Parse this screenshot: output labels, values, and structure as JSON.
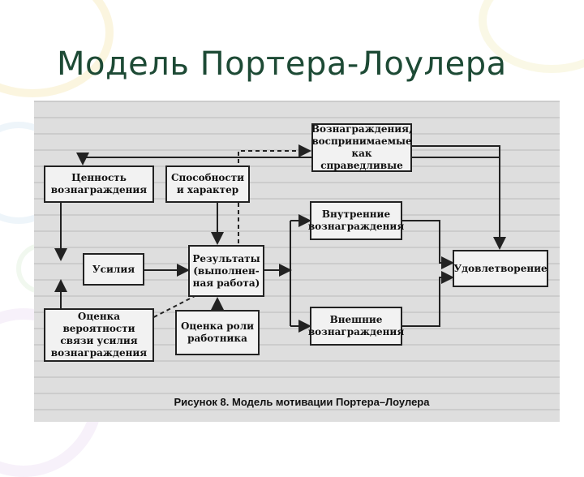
{
  "title": "Модель Портера-Лоулера",
  "diagram": {
    "boxes": {
      "fair_rewards": "Вознаграждения, воспринимаемые как справедливые",
      "reward_value": "Ценность вознаграждения",
      "abilities": "Способности и характер",
      "efforts": "Усилия",
      "results": "Результаты (выполнен-ная работа)",
      "internal_rewards": "Внутренние вознаграждения",
      "external_rewards": "Внешние вознаграждения",
      "satisfaction": "Удовлетворение",
      "probability": "Оценка вероятности связи усилия вознаграждения",
      "role_assessment": "Оценка роли работника"
    },
    "caption": "Рисунок 8. Модель мотивации Портера–Лоулера"
  }
}
